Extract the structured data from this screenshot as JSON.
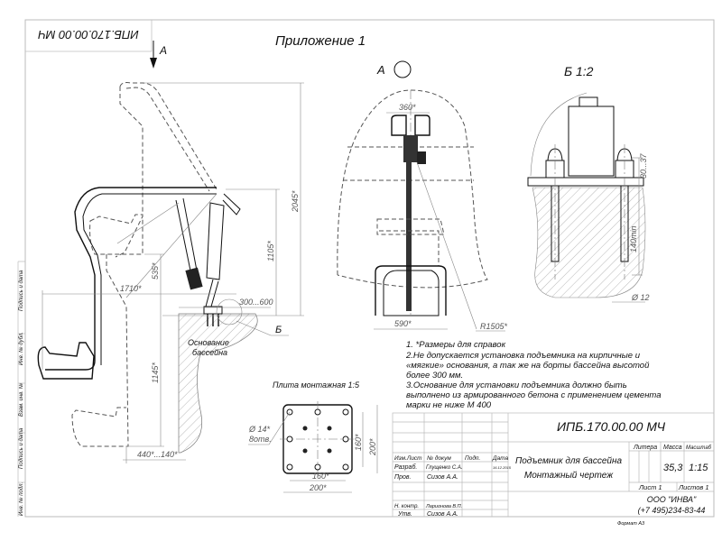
{
  "drawing": {
    "appendix_label": "Приложение 1",
    "mirrored_designation": "ИПБ.170.00.00 МЧ",
    "view_a_label": "А",
    "view_a_rotated_label": "А",
    "detail_b_label": "Б",
    "detail_b_title": "Б  1:2",
    "base_label_line1": "Основание",
    "base_label_line2": "бассейна"
  },
  "dimensions": {
    "total_height": "2045*",
    "arm_height": "1105*",
    "seat_lift": "535*",
    "seat_depth": "1145*",
    "reach": "1710*",
    "edge_offset": "300...600",
    "bottom_offset": "440*...140*",
    "handle_width": "360*",
    "seat_width": "590*",
    "radius": "R1505*",
    "nut_height": "30...37",
    "anchor_depth": "140min",
    "bolt_diameter": "Ø 12"
  },
  "plate": {
    "title": "Плита монтажная 1:5",
    "hole_label_line1": "Ø 14*",
    "hole_label_line2": "8отв.",
    "inner_h": "160*",
    "outer_h": "200*",
    "inner_v": "160*",
    "outer_v": "200*"
  },
  "notes": [
    "1. *Размеры для справок",
    "2.Не допускается установка подъемника на кирпичные и",
    "«мягкие» основания, а так же на борты бассейна высотой",
    "более 300 мм.",
    "3.Основание для установки подъемника должно быть",
    "выполнено из армированного бетона с применением цемента",
    "марки не ниже М 400"
  ],
  "title_block": {
    "designation": "ИПБ.170.00.00 МЧ",
    "name_line1": "Подъемник для бассейна",
    "name_line2": "Монтажный чертеж",
    "col_izm_list": "Изм.Лист",
    "col_doc": "№ докум",
    "col_sign": "Подп.",
    "col_date": "Дата",
    "role_dev": "Разраб.",
    "dev_name": "Глущенко С.А.",
    "dev_date": "16.12.2015",
    "role_check": "Пров.",
    "check_name": "Сизов А.А.",
    "role_norm": "Н. контр.",
    "norm_name": "Ларионова В.П.",
    "role_approve": "Утв.",
    "approve_name": "Сизов А.А.",
    "litera_label": "Литера",
    "mass_label": "Масса",
    "scale_label": "Масштаб",
    "mass_value": "35,3",
    "scale_value": "1:15",
    "sheet": "Лист 1",
    "sheets": "Листов 1",
    "org_name": "ООО \"ИНВА\"",
    "org_phone": "(+7 495)234-83-44",
    "format": "Формат А3"
  },
  "margin_labels": [
    "Подпись и дата",
    "Инв. № дубл.",
    "Взам. инв. №",
    "Подпись и дата",
    "Инв. № подл."
  ]
}
